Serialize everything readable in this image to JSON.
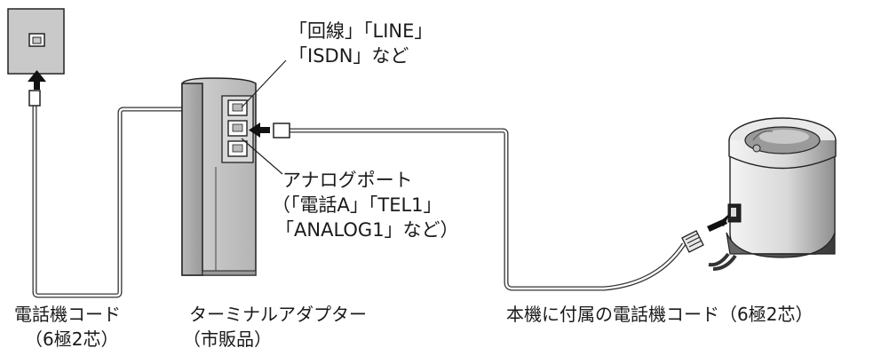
{
  "labels": {
    "line_port": [
      "「回線」「LINE」",
      "「ISDN」など"
    ],
    "analog_port": [
      "アナログポート",
      "（「電話A」「TEL1」",
      "「ANALOG1」など）"
    ],
    "phone_cord": [
      "電話機コード",
      "（6極2芯）"
    ],
    "terminal_adapter": [
      "ターミナルアダプター",
      "（市販品）"
    ],
    "included_cord": "本機に付属の電話機コード（6極2芯）"
  }
}
